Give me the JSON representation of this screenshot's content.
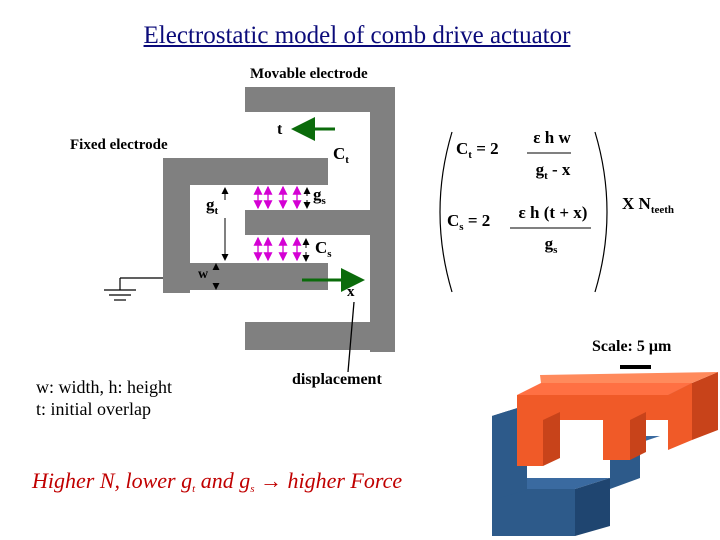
{
  "title": "Electrostatic model of comb drive actuator",
  "diagram": {
    "movable_electrode": "Movable electrode",
    "fixed_electrode": "Fixed electrode",
    "t": "t",
    "ct_base": "C",
    "ct_sub": "t",
    "gs_base": "g",
    "gs_sub": "s",
    "gt_base": "g",
    "gt_sub": "t",
    "cs_base": "C",
    "cs_sub": "s",
    "w": "w",
    "x": "x",
    "displacement": "displacement"
  },
  "formulas": {
    "ct_lhs_base": "C",
    "ct_lhs_sub": "t",
    "ct_eq": "= 2",
    "ct_num": "ε h  w",
    "ct_den_base": "g",
    "ct_den_sub": "t",
    "ct_den_rest": " - x",
    "cs_lhs_base": "C",
    "cs_lhs_sub": "s",
    "cs_eq": "= 2",
    "cs_num": "ε h (t + x)",
    "cs_den_base": "g",
    "cs_den_sub": "s",
    "mult": "X N",
    "mult_sub": "teeth"
  },
  "notes": {
    "line1": "w: width, h: height",
    "line2": "t: initial overlap"
  },
  "conclusion": {
    "part1": "Higher N, lower g",
    "sub1": "t",
    "part2": " and g",
    "sub2": "s",
    "arrow": "→",
    "part3": "higher Force"
  },
  "scale": {
    "label": "Scale: 5 μm"
  },
  "colors": {
    "title": "#0b0b7a",
    "electrode": "#808080",
    "arrow_green": "#0b6b0b",
    "arrow_magenta": "#d400d4",
    "comb_orange": "#f05a28",
    "comb_blue": "#2d5a8a",
    "conclusion": "#c00000"
  }
}
